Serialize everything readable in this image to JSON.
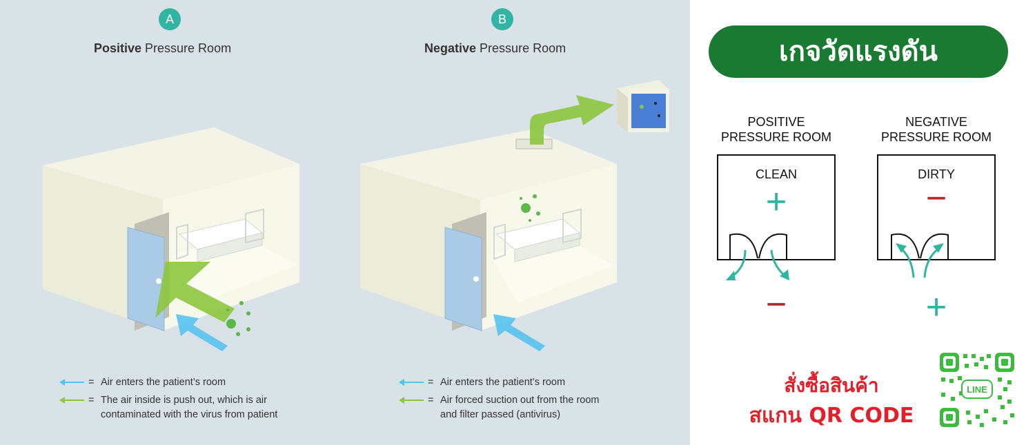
{
  "left_panel": {
    "room_a": {
      "badge": "A",
      "title_bold": "Positive",
      "title_rest": " Pressure Room",
      "legend": [
        {
          "eq": "=",
          "text": "Air enters the patient’s room",
          "arrow_color": "#56c3ef"
        },
        {
          "eq": "=",
          "text": "The air inside is push out, which is air\ncontaminated with the virus from patient",
          "arrow_color": "#8cc63f"
        }
      ]
    },
    "room_b": {
      "badge": "B",
      "title_bold": "Negative",
      "title_rest": " Pressure Room",
      "legend": [
        {
          "eq": "=",
          "text": "Air enters the patient’s room",
          "arrow_color": "#56c3ef"
        },
        {
          "eq": "=",
          "text": "Air forced suction out  from the room\nand filter passed (antivirus)",
          "arrow_color": "#8cc63f"
        }
      ]
    }
  },
  "right_panel": {
    "title": "เกจวัดแรงดัน",
    "positive": {
      "label": "POSITIVE\nPRESSURE ROOM",
      "state": "CLEAN",
      "inside_sign": "+",
      "outside_sign": "−"
    },
    "negative": {
      "label": "NEGATIVE\nPRESSURE ROOM",
      "state": "DIRTY",
      "inside_sign": "−",
      "outside_sign": "+"
    },
    "order_line1": "สั่งซื้อสินค้า",
    "order_line2": "สแกน QR CODE",
    "qr_label": "LINE"
  },
  "colors": {
    "teal": "#2fb5a0",
    "green_pill": "#1a7a32",
    "red": "#e0202a",
    "air_in": "#56c3ef",
    "air_out": "#8cc63f",
    "minus_red": "#b52a2a"
  }
}
